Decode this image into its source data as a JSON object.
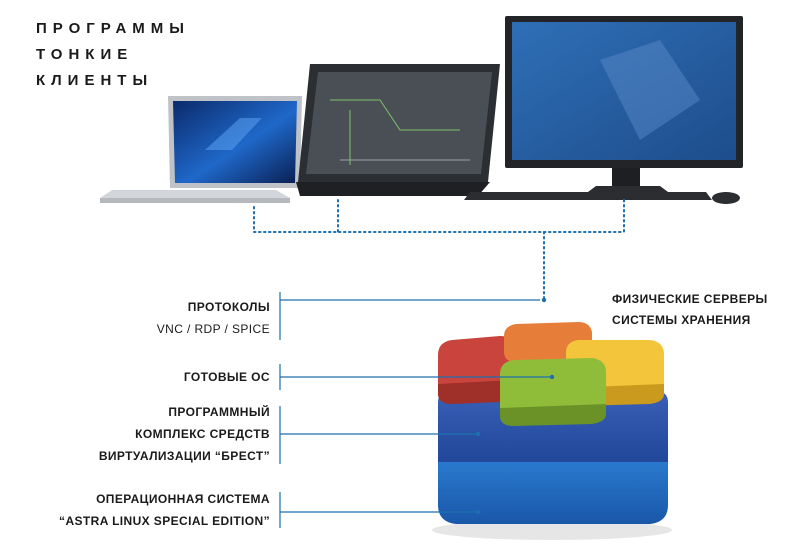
{
  "header": {
    "lines": [
      "ПРОГРАММЫ",
      "ТОНКИЕ",
      "КЛИЕНТЫ"
    ]
  },
  "right_label": {
    "lines": [
      "ФИЗИЧЕСКИЕ СЕРВЕРЫ",
      "СИСТЕМЫ ХРАНЕНИЯ"
    ]
  },
  "layers": [
    {
      "title_lines": [
        "ПРОТОКОЛЫ"
      ],
      "subtitle": "VNC / RDP / SPICE"
    },
    {
      "title_lines": [
        "ГОТОВЫЕ ОС"
      ]
    },
    {
      "title_lines": [
        "ПРОГРАММНЫЙ",
        "КОМПЛЕКС СРЕДСТВ",
        "ВИРТУАЛИЗАЦИИ “БРЕСТ”"
      ]
    },
    {
      "title_lines": [
        "ОПЕРАЦИОННАЯ СИСТЕМА",
        "“ASTRA LINUX SPECIAL EDITION”"
      ]
    }
  ],
  "colors": {
    "accent_line": "#1f6fae",
    "cube_top_layer": "#2a52a8",
    "cube_bottom_layer": "#1d63b8",
    "block_red": "#c9443c",
    "block_orange": "#e67e3a",
    "block_yellow": "#f2c53a",
    "block_green": "#8fbd3a"
  },
  "devices": [
    "laptop",
    "tablet-monitor",
    "desktop-monitor"
  ]
}
